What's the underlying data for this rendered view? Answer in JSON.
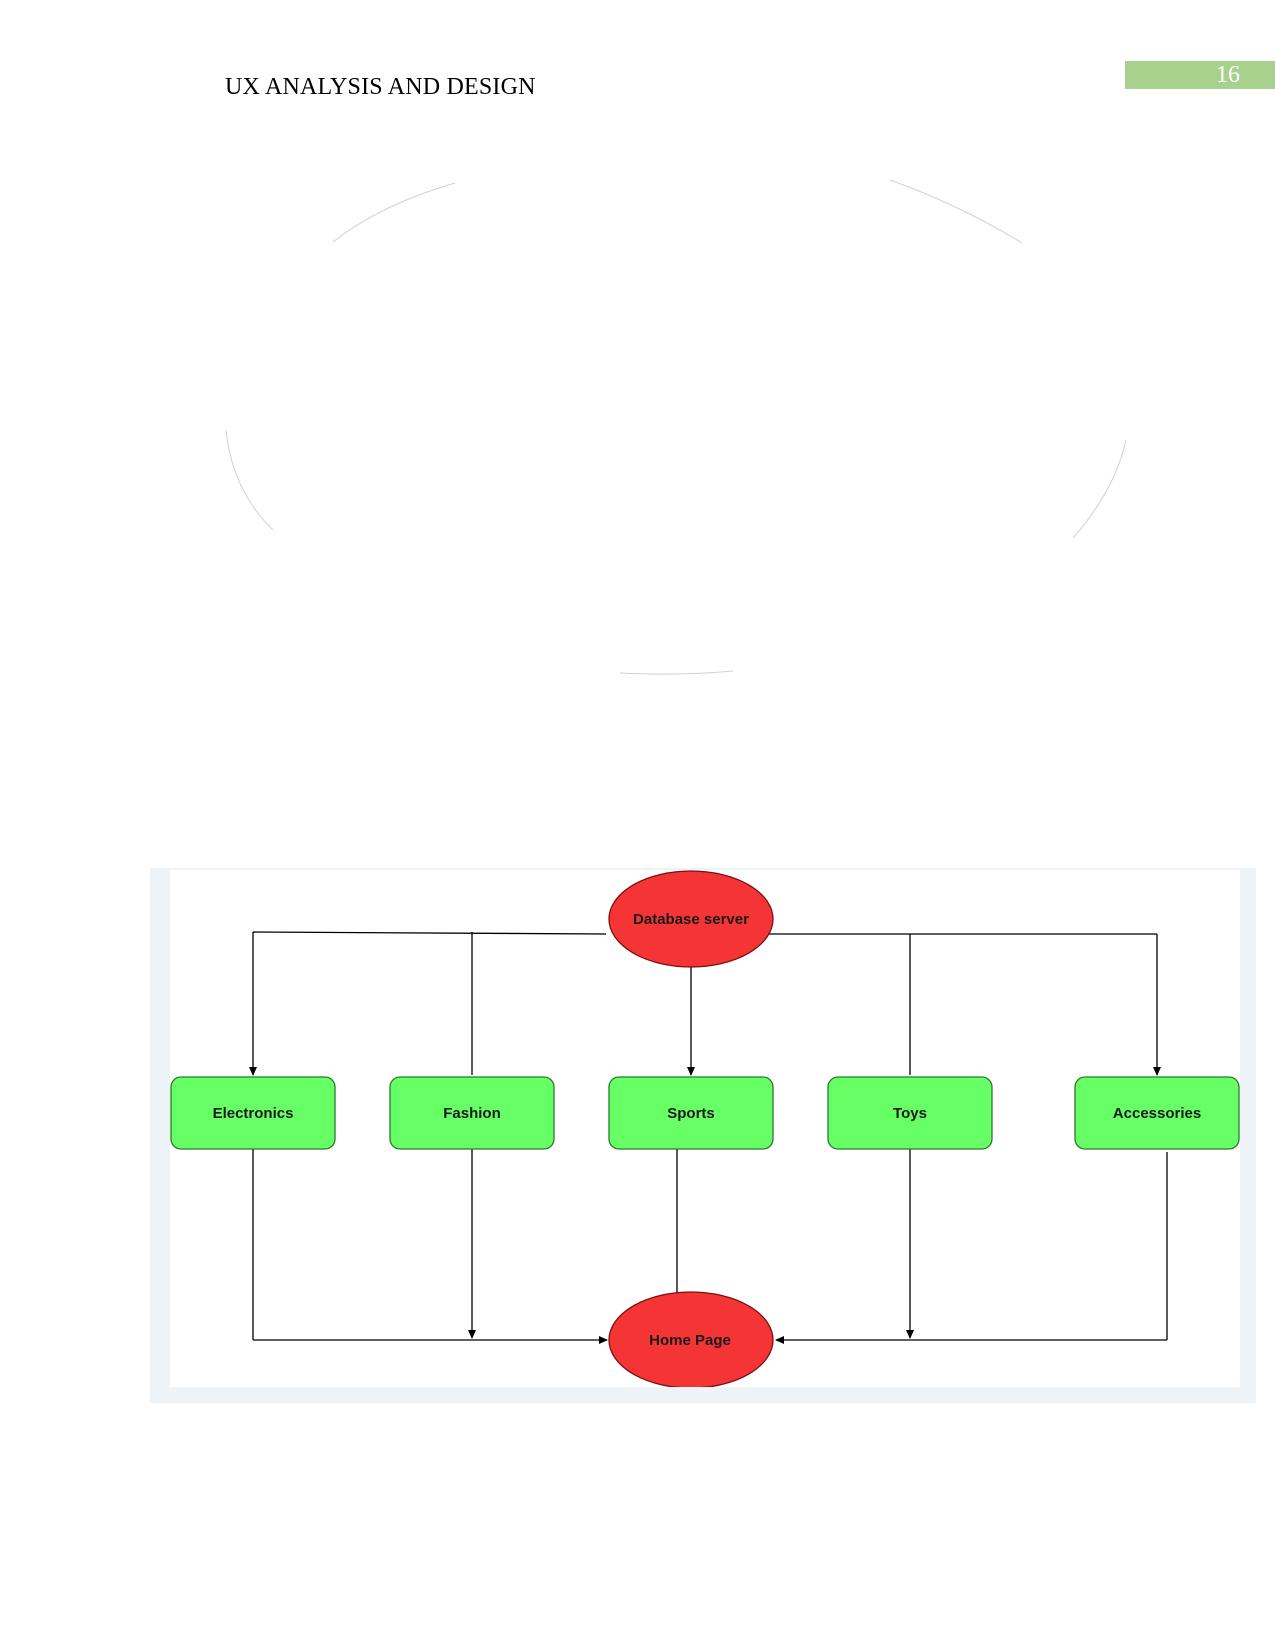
{
  "header": {
    "title": "UX ANALYSIS AND DESIGN",
    "page_number": "16",
    "page_number_bg": "#a9d18e"
  },
  "diagram": {
    "source_node": {
      "label": "Database server",
      "shape": "ellipse",
      "fill": "#f53535"
    },
    "category_nodes": [
      {
        "label": "Electronics",
        "shape": "rounded-rect",
        "fill": "#66ff66"
      },
      {
        "label": "Fashion",
        "shape": "rounded-rect",
        "fill": "#66ff66"
      },
      {
        "label": "Sports",
        "shape": "rounded-rect",
        "fill": "#66ff66"
      },
      {
        "label": "Toys",
        "shape": "rounded-rect",
        "fill": "#66ff66"
      },
      {
        "label": "Accessories",
        "shape": "rounded-rect",
        "fill": "#66ff66"
      }
    ],
    "target_node": {
      "label": "Home Page",
      "shape": "ellipse",
      "fill": "#f53535"
    }
  }
}
